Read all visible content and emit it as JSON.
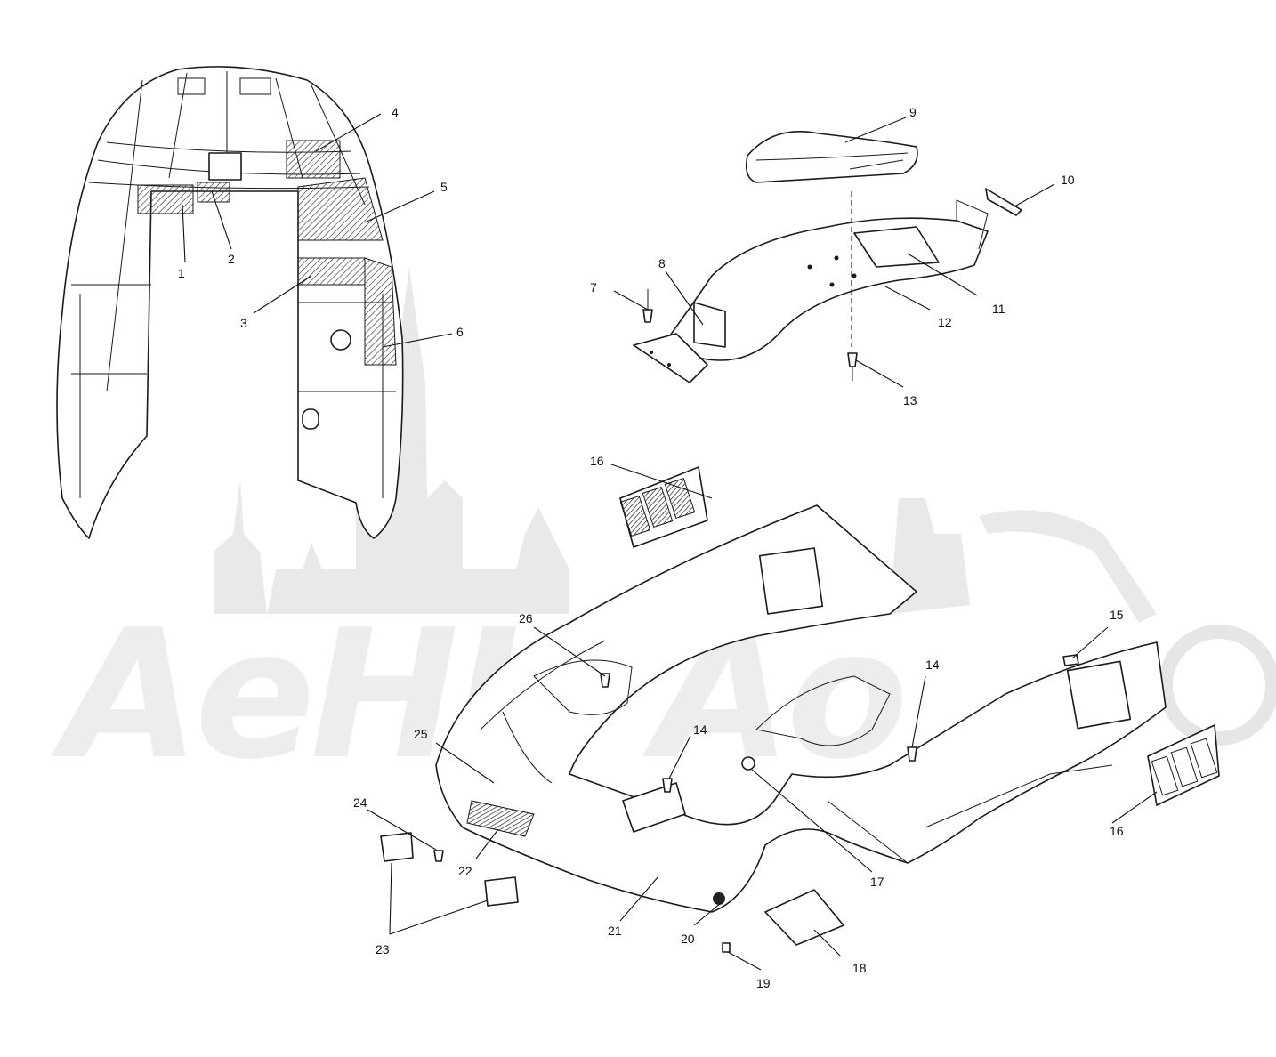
{
  "watermark": {
    "text": "AeHH Ao",
    "color": "#e9e9e9"
  },
  "callouts": [
    {
      "id": "c1",
      "label": "1"
    },
    {
      "id": "c2",
      "label": "2"
    },
    {
      "id": "c3",
      "label": "3"
    },
    {
      "id": "c4",
      "label": "4"
    },
    {
      "id": "c5",
      "label": "5"
    },
    {
      "id": "c6",
      "label": "6"
    },
    {
      "id": "c7",
      "label": "7"
    },
    {
      "id": "c8",
      "label": "8"
    },
    {
      "id": "c9",
      "label": "9"
    },
    {
      "id": "c10",
      "label": "10"
    },
    {
      "id": "c11",
      "label": "11"
    },
    {
      "id": "c12",
      "label": "12"
    },
    {
      "id": "c13",
      "label": "13"
    },
    {
      "id": "c14a",
      "label": "14"
    },
    {
      "id": "c14b",
      "label": "14"
    },
    {
      "id": "c15",
      "label": "15"
    },
    {
      "id": "c16a",
      "label": "16"
    },
    {
      "id": "c16b",
      "label": "16"
    },
    {
      "id": "c17",
      "label": "17"
    },
    {
      "id": "c18",
      "label": "18"
    },
    {
      "id": "c19",
      "label": "19"
    },
    {
      "id": "c20",
      "label": "20"
    },
    {
      "id": "c21",
      "label": "21"
    },
    {
      "id": "c22",
      "label": "22"
    },
    {
      "id": "c23",
      "label": "23"
    },
    {
      "id": "c24",
      "label": "24"
    },
    {
      "id": "c25",
      "label": "25"
    },
    {
      "id": "c26",
      "label": "26"
    }
  ]
}
